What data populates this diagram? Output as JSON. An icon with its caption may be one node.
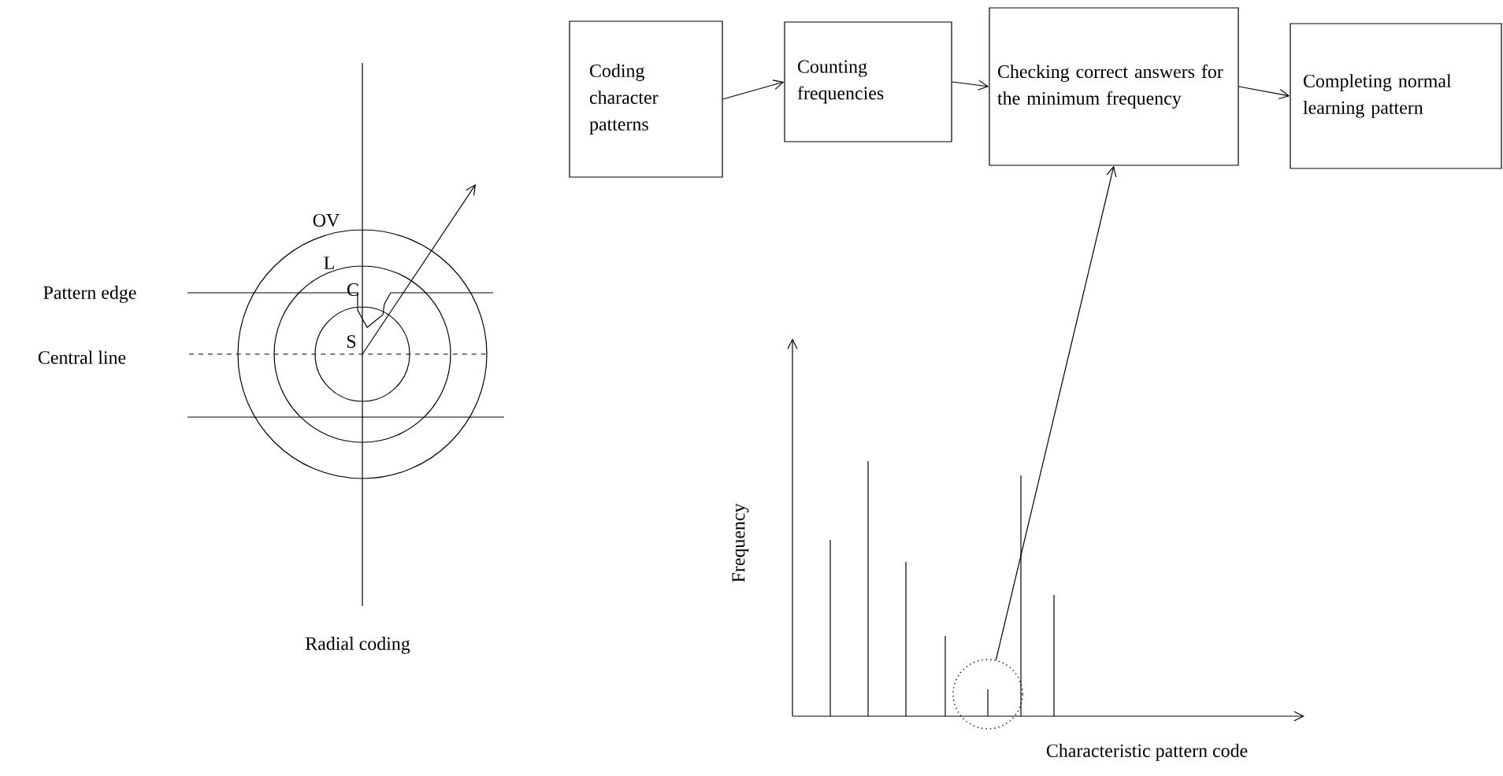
{
  "diagram": {
    "nodes": [
      {
        "text": [
          "Coding character patterns"
        ]
      },
      {
        "text": [
          "Counting frequencies"
        ]
      },
      {
        "text": [
          "Checking correct answers for the minimum frequency"
        ]
      },
      {
        "text": [
          "Completing normal learning pattern"
        ]
      },
      {
        "text": [],
        "shape": "circle"
      }
    ],
    "edges": [
      {
        "from": 0,
        "to": 1,
        "arrow": "to"
      },
      {
        "from": 1,
        "to": 2,
        "arrow": "to"
      },
      {
        "from": 2,
        "to": 3,
        "arrow": "to"
      },
      {
        "from": 4,
        "to": 2,
        "arrow": "to"
      }
    ],
    "labels": [
      "OV",
      "L",
      "Pattern edge",
      "C",
      "Central line",
      "S",
      "Radial coding",
      "Frequency",
      "Characteristic pattern code"
    ]
  }
}
